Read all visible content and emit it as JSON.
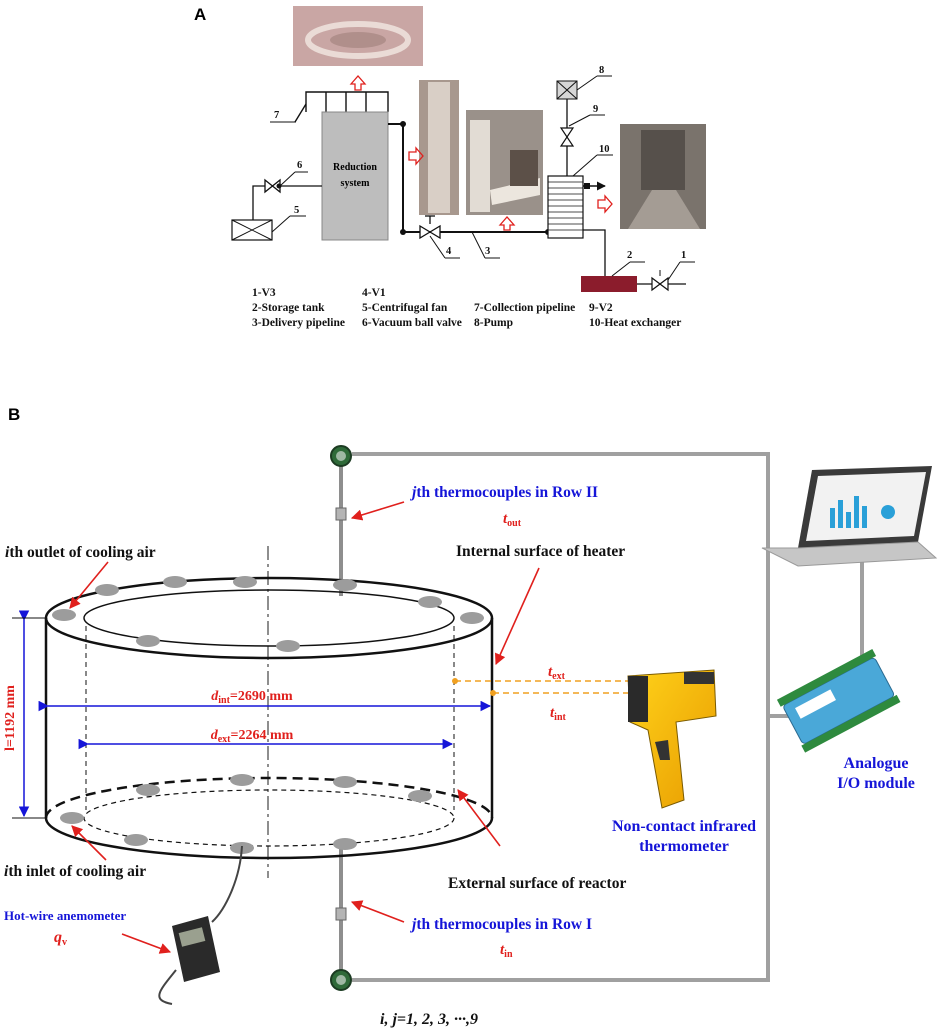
{
  "panelA": {
    "letter": "A",
    "reduction_box": [
      "Reduction",
      "system"
    ],
    "numbers": [
      "1",
      "2",
      "3",
      "4",
      "5",
      "6",
      "7",
      "8",
      "9",
      "10"
    ],
    "legend_col1": [
      "1-V3",
      "2-Storage tank",
      "3-Delivery pipeline"
    ],
    "legend_col2": [
      "4-V1",
      "5-Centrifugal fan",
      "6-Vacuum ball valve"
    ],
    "legend_col3": [
      "7-Collection pipeline",
      "8-Pump"
    ],
    "legend_col4": [
      "9-V2",
      "10-Heat exchanger"
    ],
    "colors": {
      "box_fill": "#bdbdbd",
      "tank_fill": "#8b1c2c",
      "arrow": "#e0201d"
    }
  },
  "panelB": {
    "letter": "B",
    "thermo_row2": {
      "prefix": "j",
      "text": "th thermocouples in Row II",
      "sym": "t",
      "sub": "out"
    },
    "thermo_row1": {
      "prefix": "j",
      "text": "th thermocouples in Row I",
      "sym": "t",
      "sub": "in"
    },
    "outlet": {
      "prefix": "i",
      "text": "th outlet of cooling air"
    },
    "inlet": {
      "prefix": "i",
      "text": "th inlet of cooling air"
    },
    "internal_surface": "Internal surface of heater",
    "external_surface": "External surface of reactor",
    "t_ext": {
      "sym": "t",
      "sub": "ext"
    },
    "t_int": {
      "sym": "t",
      "sub": "int"
    },
    "d_int": {
      "sym": "d",
      "sub": "int",
      "value": "=2690 mm"
    },
    "d_ext": {
      "sym": "d",
      "sub": "ext",
      "value": "=2264 mm"
    },
    "height": "l=1192 mm",
    "ir_thermometer": [
      "Non-contact infrared",
      "thermometer"
    ],
    "io_module": [
      "Analogue",
      "I/O module"
    ],
    "anemometer": "Hot-wire anemometer",
    "qv": {
      "sym": "q",
      "sub": "v"
    },
    "index_note": "i, j=1, 2, 3, ···,9",
    "colors": {
      "blue": "#1515d8",
      "red": "#e0201d",
      "wire": "#a0a0a0",
      "dim": "#1515d8"
    }
  }
}
